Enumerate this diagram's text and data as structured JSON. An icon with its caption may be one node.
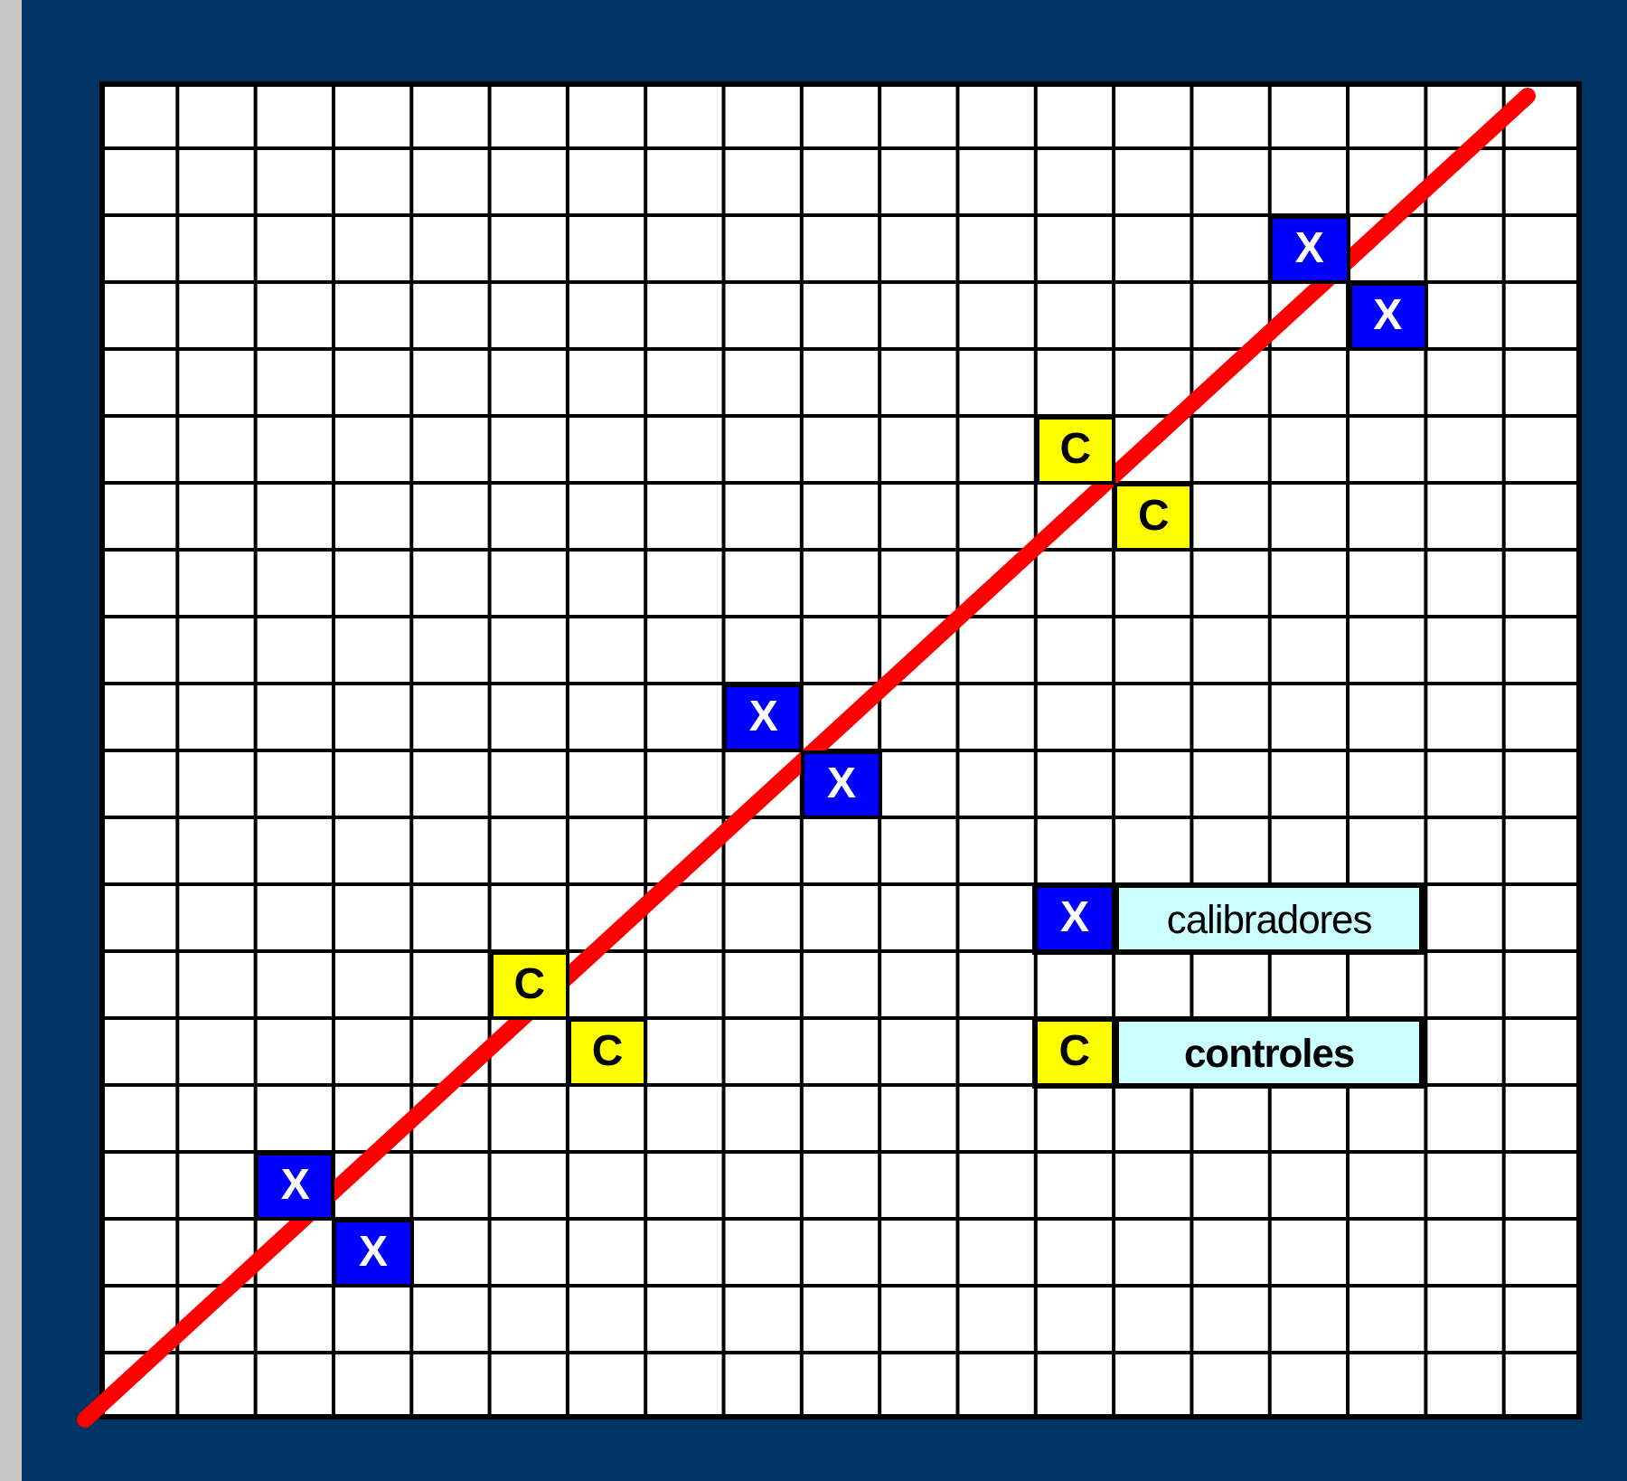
{
  "diagram": {
    "nodes": [
      {
        "text": [
          "X"
        ]
      },
      {
        "text": [
          "X"
        ]
      },
      {
        "text": [
          "C"
        ]
      },
      {
        "text": [
          "C"
        ]
      },
      {
        "text": [
          "X"
        ]
      },
      {
        "text": [
          "X"
        ]
      },
      {
        "text": [
          "C"
        ]
      },
      {
        "text": [
          "C"
        ]
      },
      {
        "text": [
          "X"
        ]
      },
      {
        "text": [
          "X"
        ]
      }
    ],
    "labels": [
      "X",
      "C"
    ],
    "legend": [
      {
        "text": "calibradores",
        "color": "#0000ff"
      },
      {
        "text": "controles",
        "color": "#ffff00"
      }
    ]
  }
}
